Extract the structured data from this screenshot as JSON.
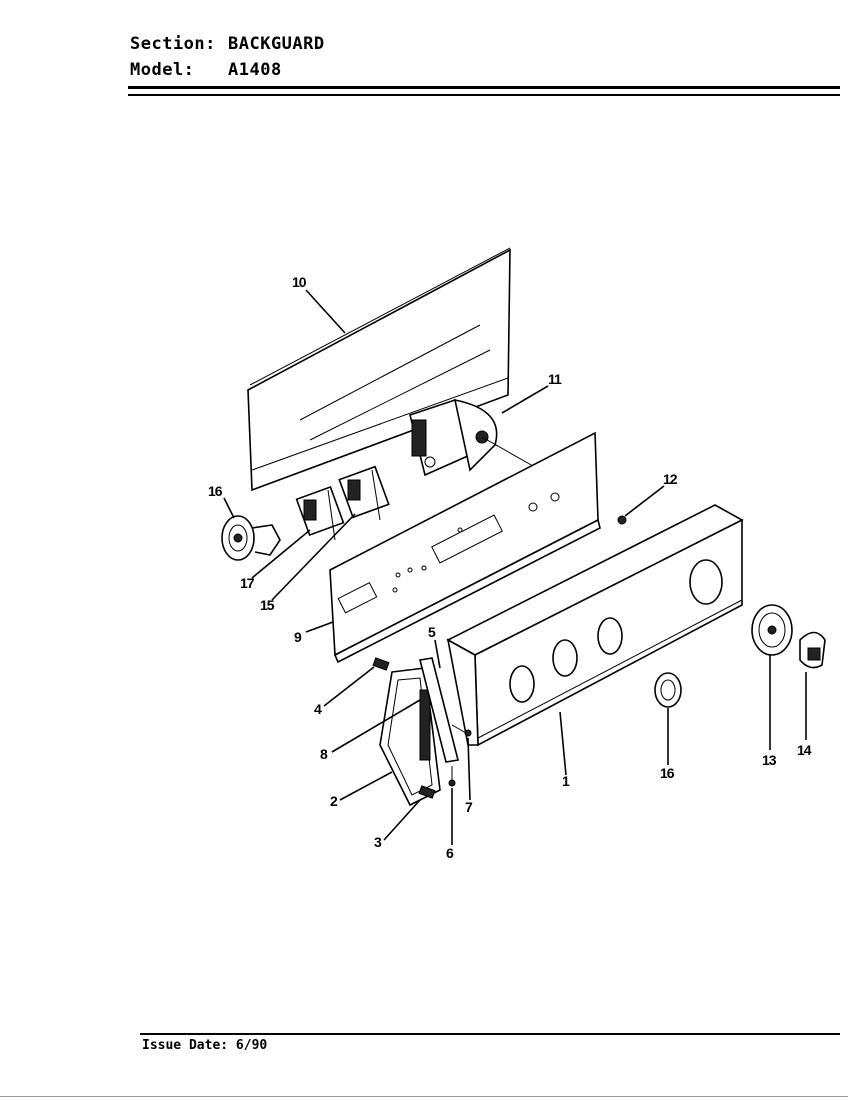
{
  "header": {
    "section_key": "Section:",
    "section_value": "BACKGUARD",
    "model_key": "Model:",
    "model_value": "A1408"
  },
  "footer": {
    "issue_date": "Issue Date: 6/90"
  },
  "callouts": {
    "c1": "1",
    "c2": "2",
    "c3": "3",
    "c4": "4",
    "c5": "5",
    "c6": "6",
    "c7": "7",
    "c8": "8",
    "c9": "9",
    "c10": "10",
    "c11": "11",
    "c12": "12",
    "c13": "13",
    "c14": "14",
    "c15": "15",
    "c16a": "16",
    "c16b": "16",
    "c17": "17"
  }
}
